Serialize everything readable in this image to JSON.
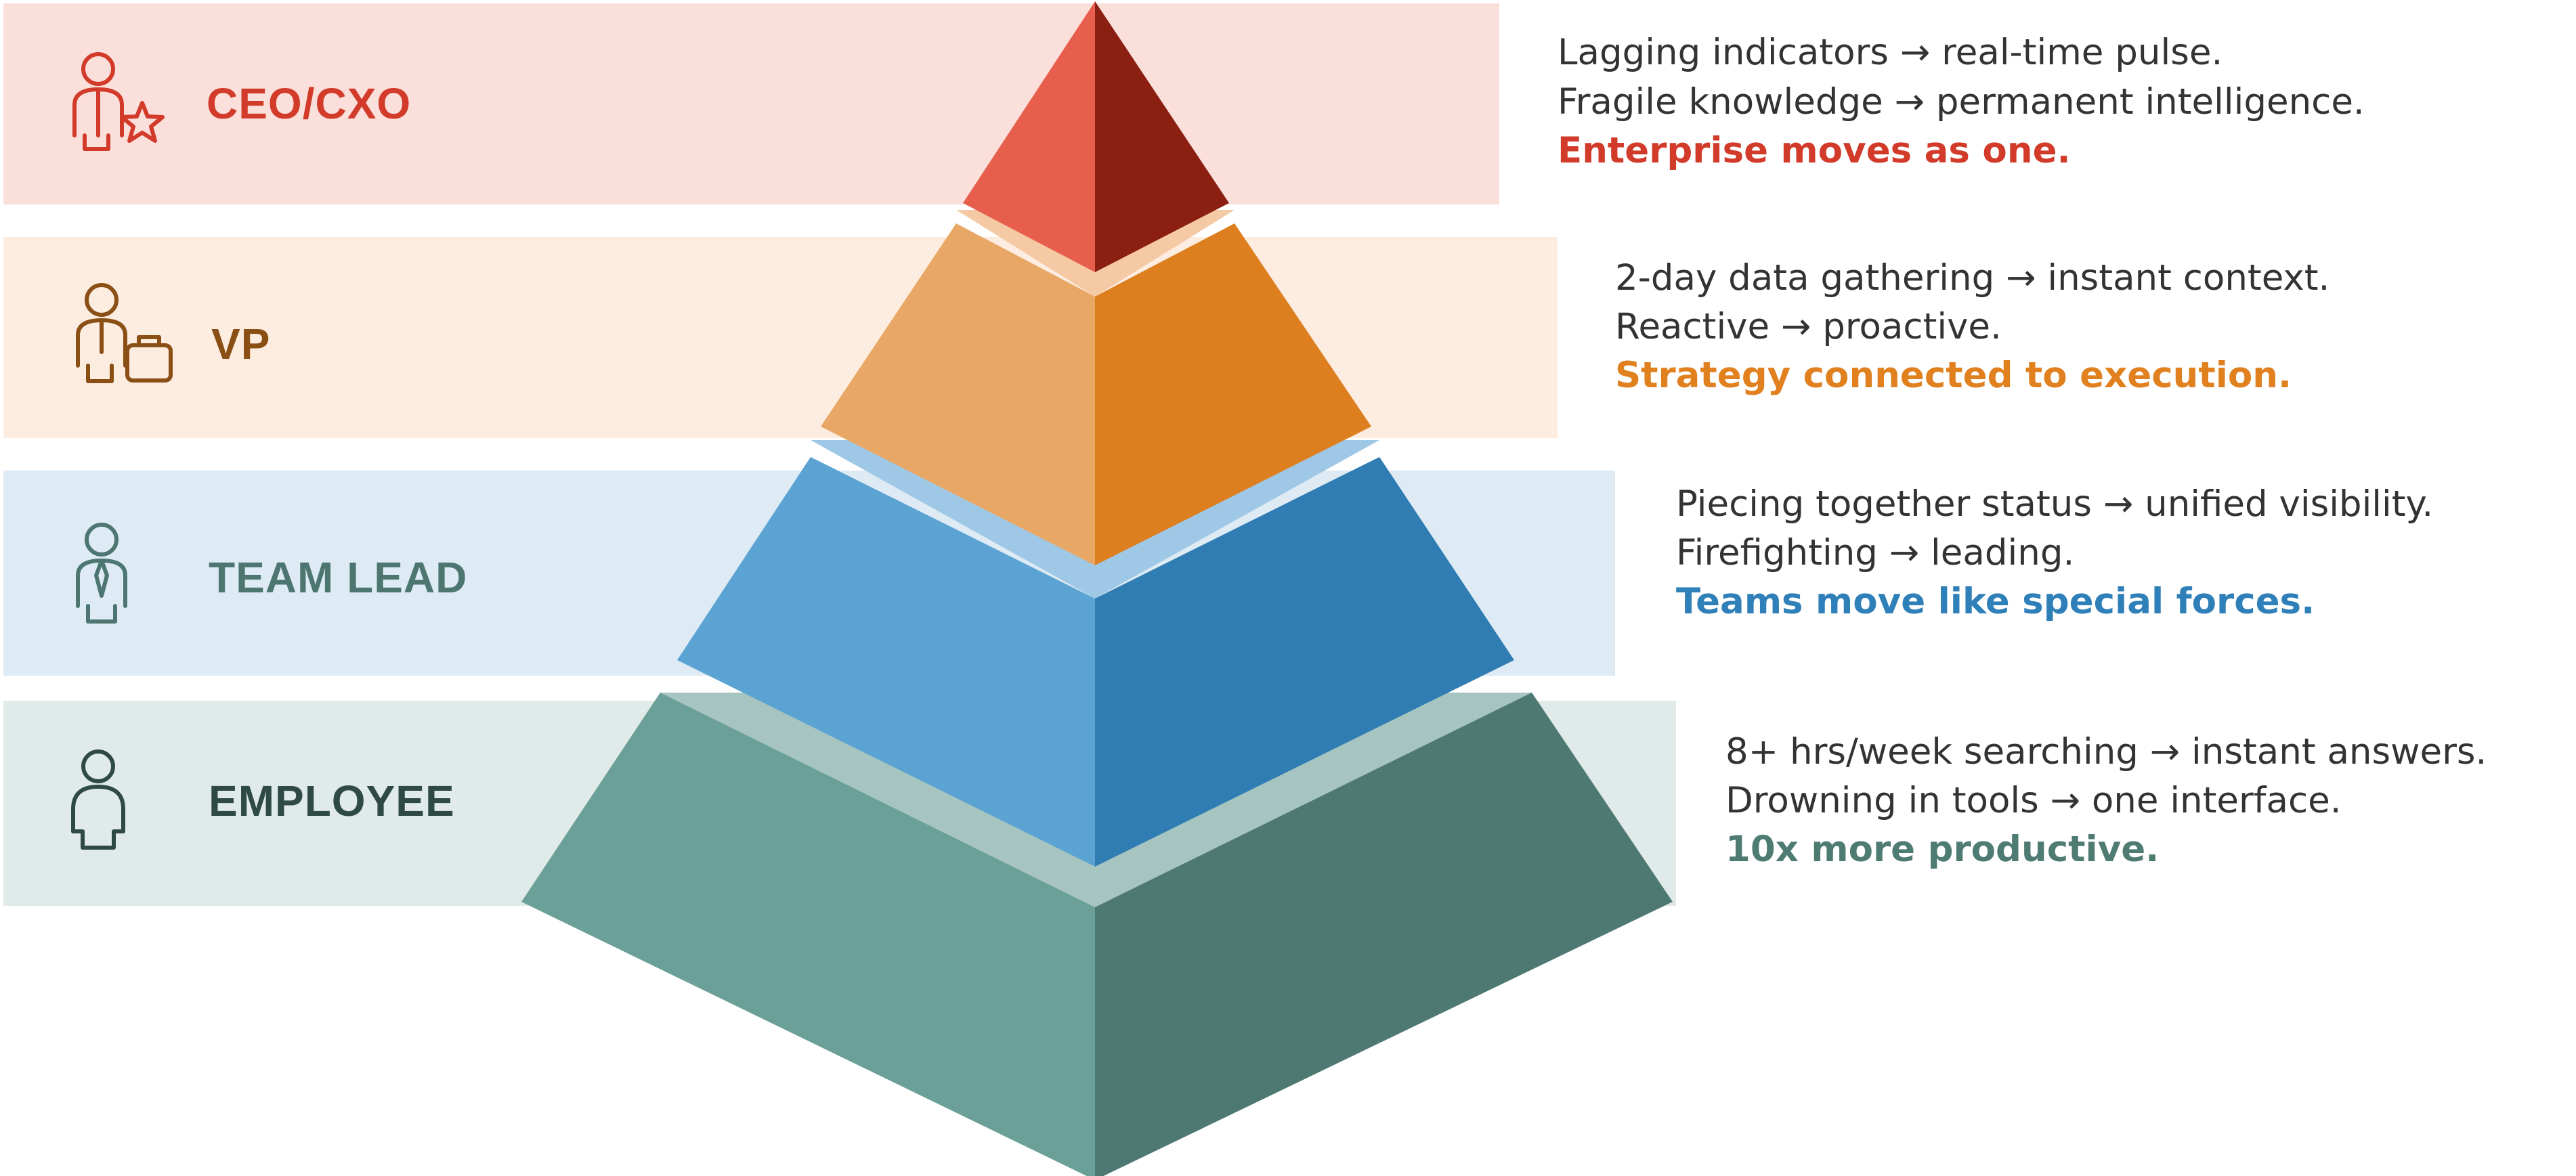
{
  "tiers": [
    {
      "id": "ceo",
      "label": "CEO/CXO",
      "icon": "person-star-icon",
      "colors": {
        "band": "#fbdfda",
        "accent": "#d23a2a",
        "face_left": "#e75f4c",
        "face_right": "#8a1f12",
        "rim": "#f4c9a3"
      },
      "lines": [
        "Lagging indicators → real-time pulse.",
        "Fragile knowledge → permanent intelligence."
      ],
      "emphasis": "Enterprise moves as one."
    },
    {
      "id": "vp",
      "label": "VP",
      "icon": "person-briefcase-icon",
      "colors": {
        "band": "#fdece0",
        "accent": "#8a4f15",
        "emph": "#e0801f",
        "face_left": "#e9a765",
        "face_right": "#dd7e1f",
        "rim": "#9fc8e6"
      },
      "lines": [
        "2-day data gathering → instant context.",
        "Reactive → proactive."
      ],
      "emphasis": "Strategy connected to execution."
    },
    {
      "id": "team-lead",
      "label": "TEAM LEAD",
      "icon": "person-tie-icon",
      "colors": {
        "band": "#deebf5",
        "accent": "#4e7670",
        "emph": "#2f7fb8",
        "face_left": "#5ba3d3",
        "face_right": "#2f7db3",
        "rim": "#a6c5c0"
      },
      "lines": [
        "Piecing together status → unified visibility.",
        "Firefighting → leading."
      ],
      "emphasis": "Teams move like special forces."
    },
    {
      "id": "employee",
      "label": "EMPLOYEE",
      "icon": "person-icon",
      "colors": {
        "band": "#e0ebe9",
        "accent": "#2f4a46",
        "emph": "#4e7b72",
        "face_left": "#6ba098",
        "face_right": "#4e7872"
      },
      "lines": [
        "8+ hrs/week searching → instant answers.",
        "Drowning in tools → one interface."
      ],
      "emphasis": "10x more productive."
    }
  ]
}
